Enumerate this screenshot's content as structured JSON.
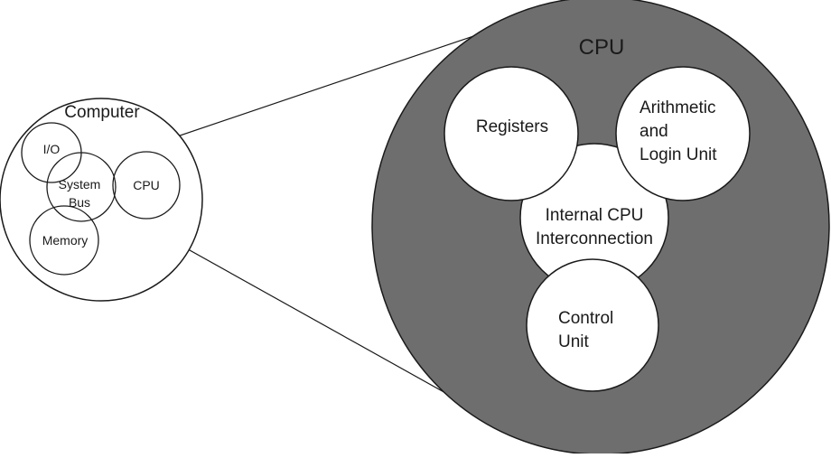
{
  "computer": {
    "title": "Computer",
    "io": "I/O",
    "system_bus": [
      "System",
      "Bus"
    ],
    "cpu": "CPU",
    "memory": "Memory"
  },
  "cpu_detail": {
    "title": "CPU",
    "registers": "Registers",
    "alu": [
      "Arithmetic",
      "and",
      "Login Unit"
    ],
    "interconnect": [
      "Internal CPU",
      "Interconnection"
    ],
    "control_unit": [
      "Control",
      "Unit"
    ]
  },
  "colors": {
    "cpu_fill": "#6e6e6e",
    "stroke": "#1a1a1a",
    "circle_fill": "#ffffff"
  }
}
